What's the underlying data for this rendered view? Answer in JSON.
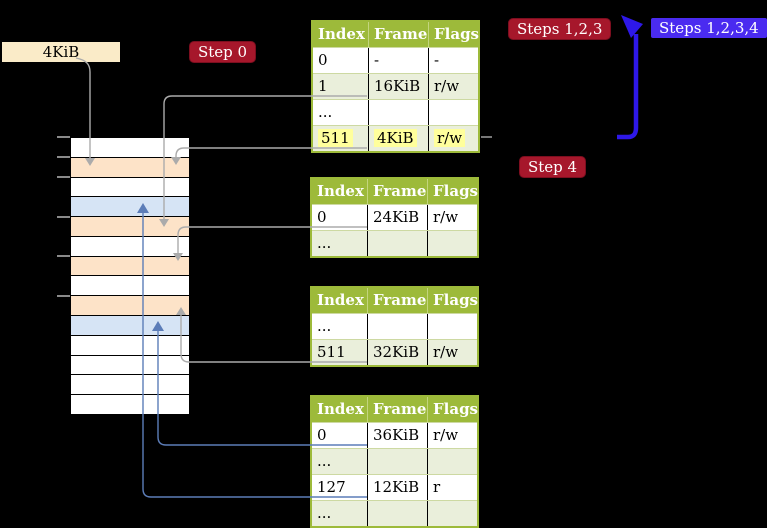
{
  "frame_label": {
    "text": "4KiB"
  },
  "badges": {
    "step0": "Step 0",
    "steps123": "Steps 1,2,3",
    "steps1234": "Steps 1,2,3,4",
    "step4": "Step 4"
  },
  "memory_strip": {
    "legend": {
      "free": "#FFFFFF",
      "pagetable": "#FDE3C8",
      "data": "#D6E4F5"
    },
    "rows": [
      {
        "kind": "free"
      },
      {
        "kind": "pagetable"
      },
      {
        "kind": "free"
      },
      {
        "kind": "data"
      },
      {
        "kind": "pagetable"
      },
      {
        "kind": "free"
      },
      {
        "kind": "pagetable"
      },
      {
        "kind": "free"
      },
      {
        "kind": "pagetable"
      },
      {
        "kind": "data"
      },
      {
        "kind": "free"
      },
      {
        "kind": "free"
      },
      {
        "kind": "free"
      },
      {
        "kind": "free"
      }
    ]
  },
  "tables": [
    {
      "headers": [
        "Index",
        "Frame",
        "Flags"
      ],
      "rows": [
        {
          "cells": [
            "0",
            "-",
            "-"
          ],
          "highlighted": false
        },
        {
          "cells": [
            "1",
            "16KiB",
            "r/w"
          ],
          "highlighted": false
        },
        {
          "cells": [
            "...",
            "",
            ""
          ],
          "highlighted": false
        },
        {
          "cells": [
            "511",
            "4KiB",
            "r/w"
          ],
          "highlighted": true
        }
      ]
    },
    {
      "headers": [
        "Index",
        "Frame",
        "Flags"
      ],
      "rows": [
        {
          "cells": [
            "0",
            "24KiB",
            "r/w"
          ],
          "highlighted": false
        },
        {
          "cells": [
            "...",
            "",
            ""
          ],
          "highlighted": false
        }
      ]
    },
    {
      "headers": [
        "Index",
        "Frame",
        "Flags"
      ],
      "rows": [
        {
          "cells": [
            "...",
            "",
            ""
          ],
          "highlighted": false
        },
        {
          "cells": [
            "511",
            "32KiB",
            "r/w"
          ],
          "highlighted": false
        }
      ]
    },
    {
      "headers": [
        "Index",
        "Frame",
        "Flags"
      ],
      "rows": [
        {
          "cells": [
            "0",
            "36KiB",
            "r/w"
          ],
          "highlighted": false
        },
        {
          "cells": [
            "...",
            "",
            ""
          ],
          "highlighted": false
        },
        {
          "cells": [
            "127",
            "12KiB",
            "r"
          ],
          "highlighted": false
        },
        {
          "cells": [
            "...",
            "",
            ""
          ],
          "highlighted": false
        }
      ]
    }
  ],
  "connections": [
    {
      "from": "frame-label-4KiB",
      "to": "strip-row-2",
      "color": "gray"
    },
    {
      "from": "table-1-row-1",
      "to": "strip-row-5-16KiB",
      "color": "gray"
    },
    {
      "from": "table-1-row-511",
      "to": "strip-row-2-4KiB",
      "color": "gray"
    },
    {
      "from": "table-2-row-0",
      "to": "strip-row-7-24KiB",
      "color": "gray"
    },
    {
      "from": "table-3-row-511",
      "to": "strip-row-9-32KiB",
      "color": "gray"
    },
    {
      "from": "table-4-row-0",
      "to": "strip-row-10-36KiB",
      "color": "blue"
    },
    {
      "from": "table-4-row-127",
      "to": "strip-row-4-12KiB",
      "color": "blue"
    },
    {
      "from": "table-1-right-edge",
      "to": "steps-1-2-3-label",
      "color": "big-blue-arrow"
    }
  ],
  "colors": {
    "background": "#000000",
    "table_header_green": "#9DBA3A",
    "table_row_green": "#EAEFDB",
    "highlight_yellow": "#FFFF9C",
    "badge_crimson": "#A6172B",
    "badge_blue": "#4A2BF0",
    "big_arrow_blue": "#2E18E8",
    "connector_gray": "#ABABAB",
    "connector_blue": "#5C7DB8",
    "frame_free": "#FFFFFF",
    "frame_pagetable": "#FDE3C8",
    "frame_data": "#D6E4F5",
    "frame_label_bg": "#FAEBC8"
  }
}
